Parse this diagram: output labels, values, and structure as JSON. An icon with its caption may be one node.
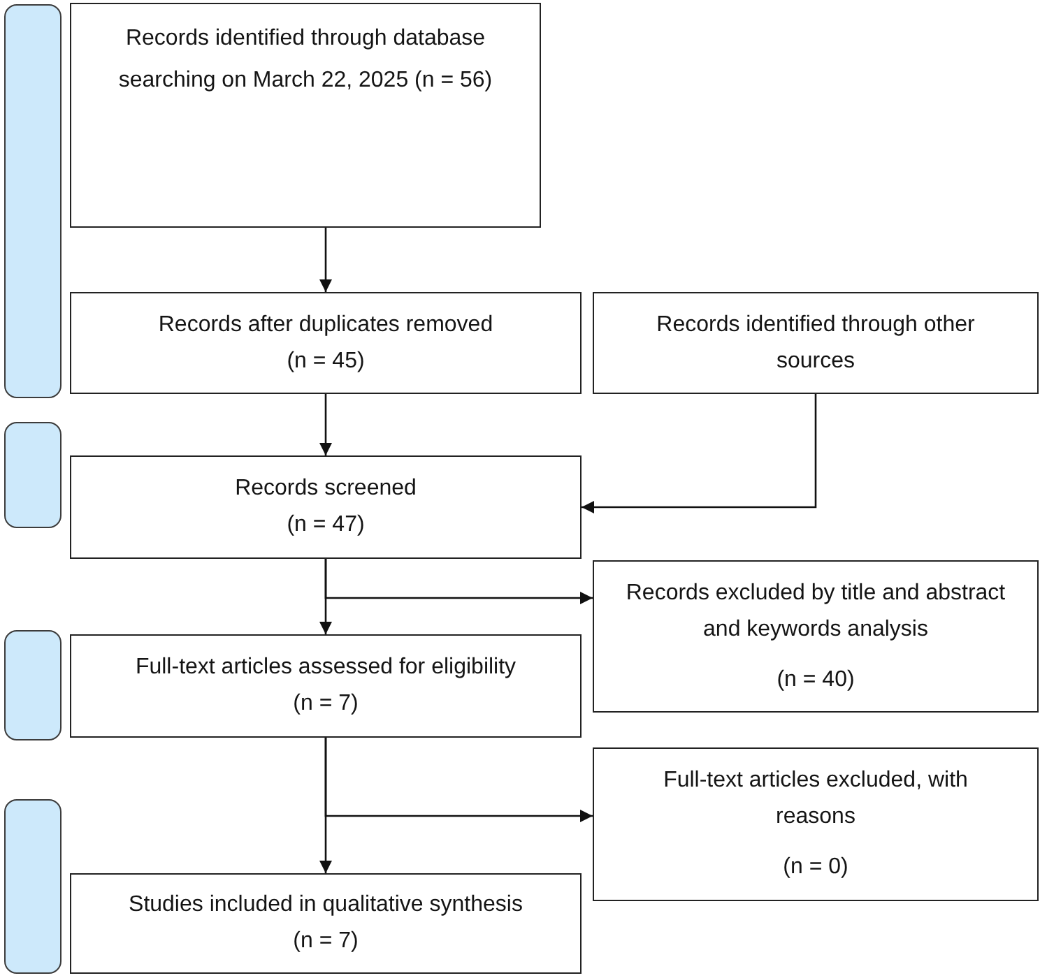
{
  "diagram": {
    "nodes": [
      {
        "text": [],
        "shape": "bar"
      },
      {
        "text": [
          "Records identified through database searching on March 22, 2025 (n = 56)"
        ]
      },
      {
        "text": [
          "Records after duplicates removed",
          "(n = 45)"
        ]
      },
      {
        "text": [
          "Records identified through other sources"
        ]
      },
      {
        "text": [],
        "shape": "bar"
      },
      {
        "text": [
          "Records screened",
          "(n = 47)"
        ]
      },
      {
        "text": [
          "Records excluded by title and abstract and keywords analysis",
          "(n = 40)"
        ]
      },
      {
        "text": [],
        "shape": "bar"
      },
      {
        "text": [
          "Full-text articles assessed for eligibility",
          "(n = 7)"
        ]
      },
      {
        "text": [
          "Full-text articles excluded, with reasons",
          "(n = 0)"
        ]
      },
      {
        "text": [],
        "shape": "bar"
      },
      {
        "text": [
          "Studies included in qualitative synthesis",
          "(n = 7)"
        ]
      }
    ],
    "edges": [
      {
        "from": 1,
        "to": 2,
        "arrow": "to"
      },
      {
        "from": 2,
        "to": 5,
        "arrow": "to"
      },
      {
        "from": 3,
        "to": 5,
        "arrow": "to"
      },
      {
        "from": 5,
        "to": 8,
        "arrow": "to"
      },
      {
        "from": 5,
        "to": 6,
        "arrow": "to"
      },
      {
        "from": 8,
        "to": 11,
        "arrow": "to"
      },
      {
        "from": 8,
        "to": 9,
        "arrow": "to"
      }
    ]
  }
}
